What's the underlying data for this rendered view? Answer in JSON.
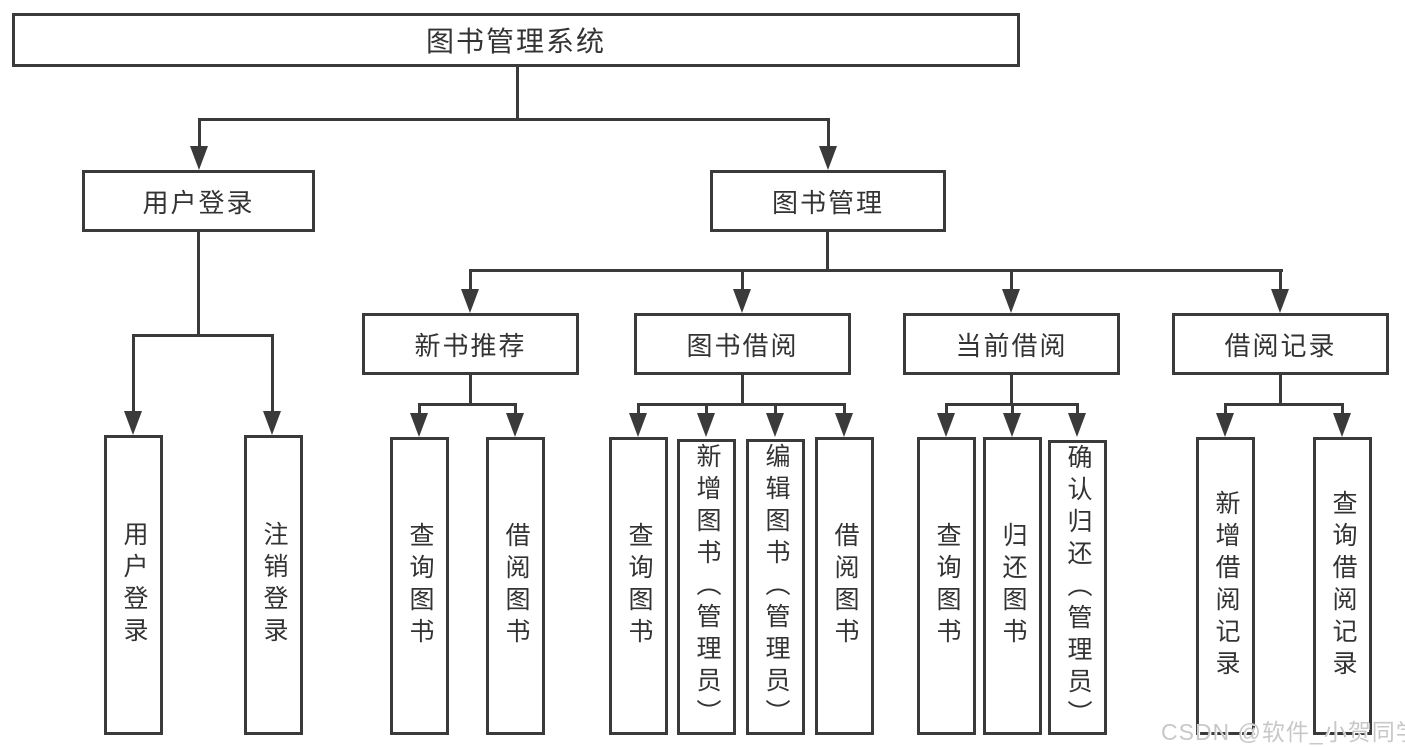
{
  "colors": {
    "line": "#3a3a3a",
    "text": "#333333",
    "box_background": "#ffffff",
    "watermark": "#c8c8c8"
  },
  "tree": {
    "root": "图书管理系统",
    "branches": [
      {
        "label": "用户登录",
        "children": [
          "用户登录",
          "注销登录"
        ]
      },
      {
        "label": "图书管理",
        "sections": [
          {
            "label": "新书推荐",
            "children": [
              "查询图书",
              "借阅图书"
            ]
          },
          {
            "label": "图书借阅",
            "children": [
              "查询图书",
              "新增图书（管理员）",
              "编辑图书（管理员）",
              "借阅图书"
            ]
          },
          {
            "label": "当前借阅",
            "children": [
              "查询图书",
              "归还图书",
              "确认归还（管理员）"
            ]
          },
          {
            "label": "借阅记录",
            "children": [
              "新增借阅记录",
              "查询借阅记录"
            ]
          }
        ]
      }
    ]
  },
  "watermark": {
    "text": "CSDN @软件_小贺同学"
  }
}
